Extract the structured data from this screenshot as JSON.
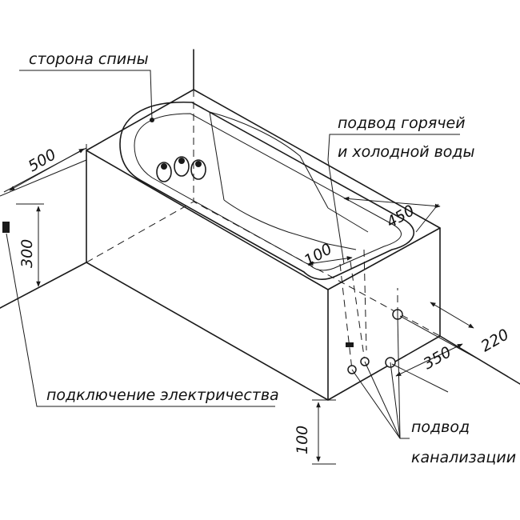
{
  "labels": {
    "back_side": "сторона спины",
    "water_supply_line1": "подвод горячей",
    "water_supply_line2": "и холодной воды",
    "electrical": "подключение электричества",
    "sewer_line1": "подвод",
    "sewer_line2": "канализации"
  },
  "dimensions": {
    "d500": "500",
    "d300": "300",
    "d450": "450",
    "d100_top": "100",
    "d220": "220",
    "d350": "350",
    "d100_bottom": "100"
  },
  "colors": {
    "ink": "#1a1a1a",
    "background": "#ffffff"
  }
}
